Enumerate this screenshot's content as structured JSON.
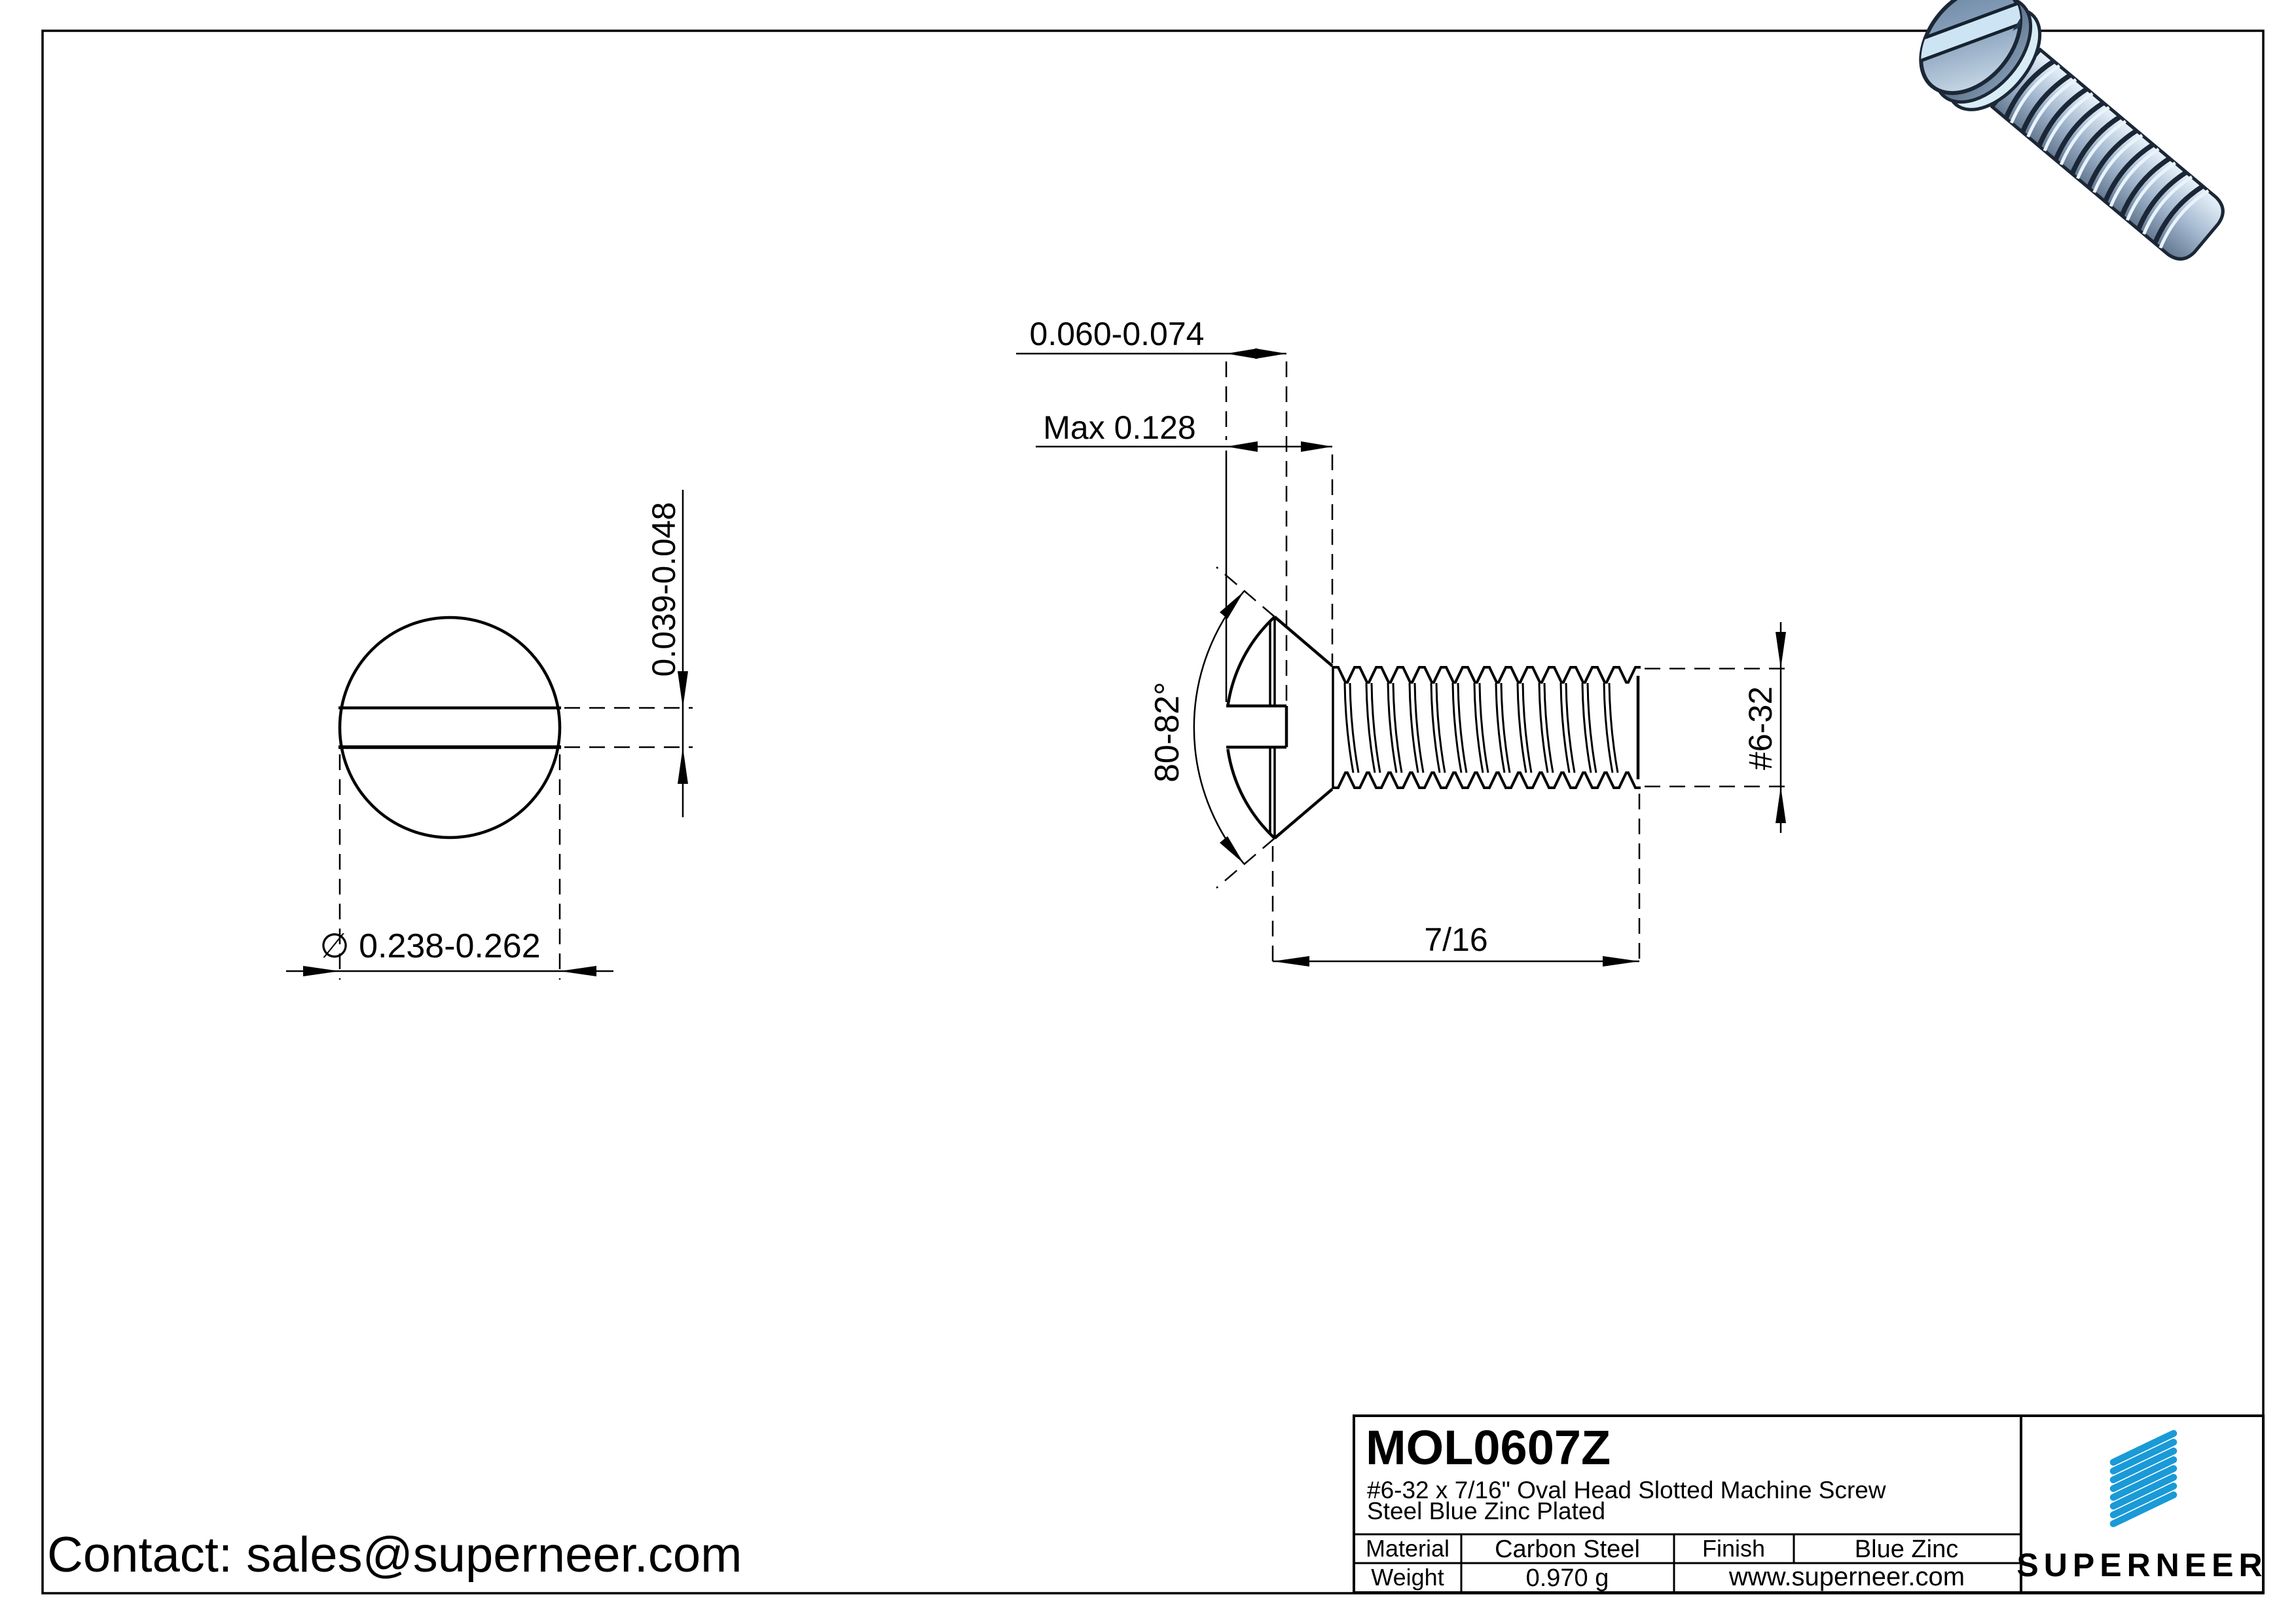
{
  "sheet": {
    "type": "engineering-drawing",
    "background": "#ffffff",
    "line_color": "#000000"
  },
  "dims": {
    "slot_width": "0.039-0.048",
    "head_diameter": "∅ 0.238-0.262",
    "slot_depth": "0.060-0.074",
    "head_height": "Max 0.128",
    "head_angle": "80-82°",
    "thread_size": "#6-32",
    "thread_length": "7/16"
  },
  "title_block": {
    "part_number": "MOL0607Z",
    "description_line1": "#6-32 x 7/16\" Oval Head Slotted Machine Screw",
    "description_line2": "Steel Blue Zinc Plated",
    "material_label": "Material",
    "material_value": "Carbon Steel",
    "finish_label": "Finish",
    "finish_value": "Blue Zinc",
    "weight_label": "Weight",
    "weight_value": "0.970 g",
    "website": "www.superneer.com",
    "brand_name": "SUPERNEER",
    "brand_color": "#1a9ad7",
    "link_color": "#1e8bd1"
  },
  "footer": {
    "contact": "Contact: sales@superneer.com"
  }
}
